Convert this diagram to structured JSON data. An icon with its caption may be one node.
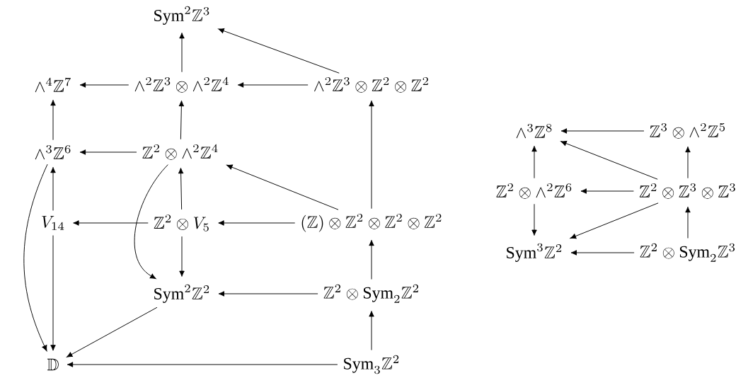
{
  "diagram": {
    "nodes": [
      {
        "text": [
          "\\mathrm{Sym}^2\\mathbb{Z}^3"
        ]
      },
      {
        "text": [
          "\\wedge^4\\mathbb{Z}^7"
        ]
      },
      {
        "text": [
          "\\wedge^2\\mathbb{Z}^3\\otimes\\wedge^2\\mathbb{Z}^4"
        ]
      },
      {
        "text": [
          "\\wedge^2\\mathbb{Z}^3\\otimes\\mathbb{Z}^2\\otimes\\mathbb{Z}^2"
        ]
      },
      {
        "text": [
          "\\wedge^3\\mathbb{Z}^6"
        ]
      },
      {
        "text": [
          "\\mathbb{Z}^2\\otimes\\wedge^2\\mathbb{Z}^4"
        ]
      },
      {
        "text": [
          "V_{14}"
        ]
      },
      {
        "text": [
          "\\mathbb{Z}^2\\otimes V_5"
        ]
      },
      {
        "text": [
          "(\\mathbb{Z})\\otimes\\mathbb{Z}^2\\otimes\\mathbb{Z}^2\\otimes\\mathbb{Z}^2"
        ]
      },
      {
        "text": [
          "\\mathrm{Sym}^2\\mathbb{Z}^2"
        ]
      },
      {
        "text": [
          "\\mathbb{Z}^2\\otimes\\mathrm{Sym}_2\\mathbb{Z}^2"
        ]
      },
      {
        "text": [
          "\\mathbb{D}"
        ]
      },
      {
        "text": [
          "\\mathrm{Sym}_3\\mathbb{Z}^2"
        ]
      },
      {
        "text": [
          "\\wedge^3\\mathbb{Z}^8"
        ]
      },
      {
        "text": [
          "\\mathbb{Z}^3\\otimes\\wedge^2\\mathbb{Z}^5"
        ]
      },
      {
        "text": [
          "\\mathbb{Z}^2\\otimes\\wedge^2\\mathbb{Z}^6"
        ]
      },
      {
        "text": [
          "\\mathbb{Z}^2\\otimes\\mathbb{Z}^3\\otimes\\mathbb{Z}^3"
        ]
      },
      {
        "text": [
          "\\mathrm{Sym}^3\\mathbb{Z}^2"
        ]
      },
      {
        "text": [
          "\\mathbb{Z}^2\\otimes\\mathrm{Sym}_2\\mathbb{Z}^3"
        ]
      }
    ],
    "edges": [
      {
        "from": 2,
        "to": 0,
        "arrow": "to"
      },
      {
        "from": 3,
        "to": 0,
        "arrow": "to"
      },
      {
        "from": 2,
        "to": 1,
        "arrow": "to"
      },
      {
        "from": 3,
        "to": 2,
        "arrow": "to"
      },
      {
        "from": 4,
        "to": 1,
        "arrow": "to"
      },
      {
        "from": 5,
        "to": 4,
        "arrow": "to"
      },
      {
        "from": 5,
        "to": 2,
        "arrow": "to"
      },
      {
        "from": 8,
        "to": 5,
        "arrow": "to"
      },
      {
        "from": 8,
        "to": 3,
        "arrow": "to"
      },
      {
        "from": 6,
        "to": 4,
        "arrow": "to"
      },
      {
        "from": 7,
        "to": 6,
        "arrow": "to"
      },
      {
        "from": 7,
        "to": 5,
        "arrow": "to"
      },
      {
        "from": 8,
        "to": 7,
        "arrow": "to"
      },
      {
        "from": 7,
        "to": 9,
        "arrow": "to"
      },
      {
        "from": 5,
        "to": 9,
        "arrow": "to"
      },
      {
        "from": 4,
        "to": 11,
        "arrow": "to"
      },
      {
        "from": 6,
        "to": 11,
        "arrow": "to"
      },
      {
        "from": 9,
        "to": 11,
        "arrow": "to"
      },
      {
        "from": 10,
        "to": 9,
        "arrow": "to"
      },
      {
        "from": 10,
        "to": 8,
        "arrow": "to"
      },
      {
        "from": 12,
        "to": 10,
        "arrow": "to"
      },
      {
        "from": 12,
        "to": 11,
        "arrow": "to"
      },
      {
        "from": 14,
        "to": 13,
        "arrow": "to"
      },
      {
        "from": 15,
        "to": 13,
        "arrow": "to"
      },
      {
        "from": 16,
        "to": 13,
        "arrow": "to"
      },
      {
        "from": 16,
        "to": 14,
        "arrow": "to"
      },
      {
        "from": 16,
        "to": 15,
        "arrow": "to"
      },
      {
        "from": 15,
        "to": 17,
        "arrow": "to"
      },
      {
        "from": 16,
        "to": 17,
        "arrow": "to"
      },
      {
        "from": 18,
        "to": 17,
        "arrow": "to"
      },
      {
        "from": 18,
        "to": 16,
        "arrow": "to"
      }
    ]
  }
}
